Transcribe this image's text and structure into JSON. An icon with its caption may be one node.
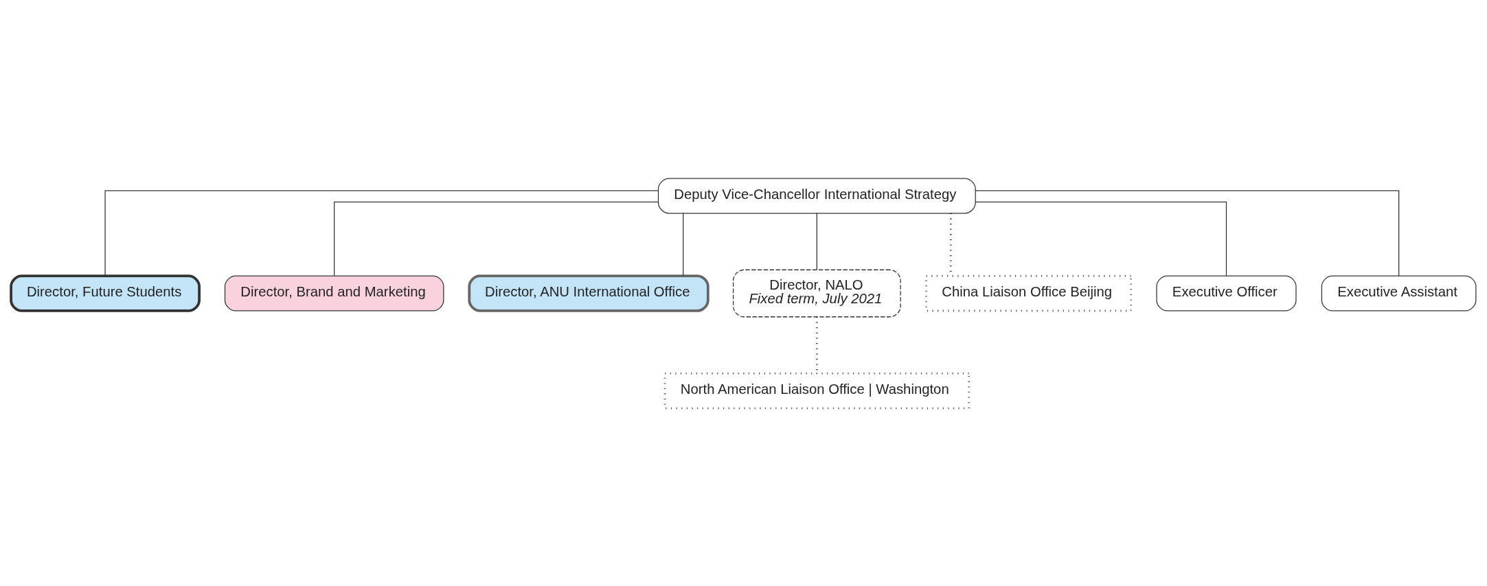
{
  "diagram": {
    "nodes": [
      {
        "text": [
          "Deputy Vice-Chancellor International Strategy"
        ]
      },
      {
        "text": [
          "Director, Future Students"
        ]
      },
      {
        "text": [
          "Director, Brand and Marketing"
        ]
      },
      {
        "text": [
          "Director, ANU International Office"
        ]
      },
      {
        "text": [
          "Director, NALO",
          "Fixed term, July 2021"
        ]
      },
      {
        "text": [
          "China Liaison Office Beijing"
        ]
      },
      {
        "text": [
          "Executive Officer"
        ]
      },
      {
        "text": [
          "Executive Assistant"
        ]
      },
      {
        "text": [
          "North American Liaison Office | Washington"
        ]
      }
    ],
    "edges": [
      {
        "from": 0,
        "to": 1,
        "arrow": "none"
      },
      {
        "from": 0,
        "to": 2,
        "arrow": "none"
      },
      {
        "from": 0,
        "to": 3,
        "arrow": "none"
      },
      {
        "from": 0,
        "to": 4,
        "arrow": "none"
      },
      {
        "from": 0,
        "to": 5,
        "arrow": "none",
        "style": "dashed"
      },
      {
        "from": 0,
        "to": 6,
        "arrow": "none"
      },
      {
        "from": 0,
        "to": 7,
        "arrow": "none"
      },
      {
        "from": 4,
        "to": 8,
        "arrow": "none",
        "style": "dashed"
      }
    ]
  }
}
